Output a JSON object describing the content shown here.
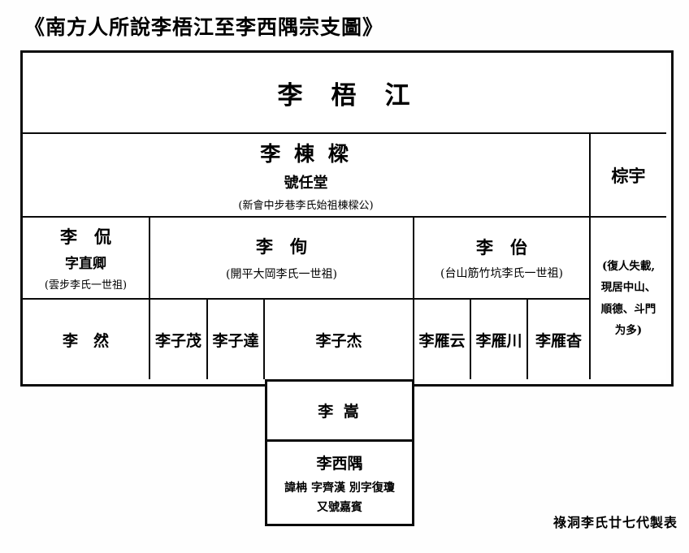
{
  "page": {
    "title": "《南方人所說李梧江至李西隅宗支圖》",
    "footnote": "祿洞李氏廿七代製表"
  },
  "tree": {
    "gen1": {
      "name": "李　梧　江"
    },
    "gen2": {
      "main": {
        "name": "李 棟 樑",
        "alias": "號任堂",
        "note": "(新會中步巷李氏始祖棟樑公)"
      },
      "side": {
        "name": "棕宇"
      }
    },
    "gen3": {
      "sons": [
        {
          "name": "李　侃",
          "courtesy": "字直卿",
          "note": "(雲步李氏一世祖)"
        },
        {
          "name": "李　侚",
          "note": "(開平大岡李氏一世祖)"
        },
        {
          "name": "李　佁",
          "note": "(台山筋竹坑李氏一世祖)"
        }
      ],
      "lost_note": {
        "line1": "(復人失載,",
        "line2": "現居中山、",
        "line3": "順德、斗門",
        "line4": "为多)"
      }
    },
    "gen4": [
      "李　然",
      "李子茂",
      "李子達",
      "李子杰",
      "李雁云",
      "李雁川",
      "李雁杳"
    ],
    "gen5": {
      "name": "李 嵩"
    },
    "gen6": {
      "name": "李西隅",
      "line2": "諱柟 字齊漢 別字復瓊",
      "line3": "又號嘉賓"
    }
  }
}
